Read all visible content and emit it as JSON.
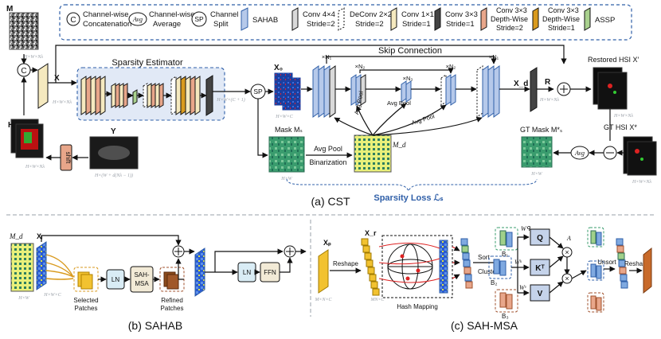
{
  "legend": {
    "concat_symbol": "C",
    "concat_label_1": "Channel-wise",
    "concat_label_2": "Concatenation",
    "avg_symbol": "Avg",
    "avg_label_1": "Channel-wise",
    "avg_label_2": "Average",
    "split_symbol": "SP",
    "split_label_1": "Channel",
    "split_label_2": "Split",
    "sahab_label": "SAHAB",
    "conv4_label_1": "Conv 4×4",
    "conv4_label_2": "Stride=2",
    "deconv_label_1": "DeConv 2×2",
    "deconv_label_2": "Stride=2",
    "conv1_label_1": "Conv 1×1",
    "conv1_label_2": "Stride=1",
    "conv3_label_1": "Conv 3×3",
    "conv3_label_2": "Stride=1",
    "dw2_label_1": "Conv 3×3",
    "dw2_label_2": "Depth-Wise",
    "dw2_label_3": "Stride=2",
    "dw1_label_1": "Conv 3×3",
    "dw1_label_2": "Depth-Wise",
    "dw1_label_3": "Stride=1",
    "assp_label": "ASSP"
  },
  "cst": {
    "m_label": "M",
    "m_dim": "H×W×Nλ",
    "x_label": "X",
    "x_dim": "H×W×Nλ",
    "h_label": "H",
    "h_dim": "H×W×Nλ",
    "y_label": "Y",
    "y_dim": "H×(W + d(Nλ − 1))",
    "shift_label": "shift",
    "sparsity_estimator": "Sparsity Estimator",
    "se_dim": "H×W×(C + 1)",
    "split_symbol": "SP",
    "x0_label": "X₀",
    "x0_dim": "H×W×C",
    "mask_label": "Mask Mₛ",
    "mask_dim": "H×W",
    "avg_pool": "Avg Pool",
    "binarization": "Binarization",
    "md_label": "M_d",
    "sparsity_loss": "Sparsity Loss ℒₛ",
    "skip_connection": "Skip Connection",
    "n1_a": "×N₁",
    "n2_a": "×N₂",
    "n3": "×N₃",
    "n2_b": "×N₂",
    "n1_b": "×N₁",
    "avg_pool_1": "Avg Pool",
    "avg_pool_2": "Avg Pool",
    "avg_pool_3": "Avg Pool",
    "xd_label": "X_d",
    "r_label": "R",
    "r_dim": "H×W×Nλ",
    "restored_label": "Restored HSI X′",
    "restored_dim": "H×W×Nλ",
    "gt_label": "GT HSI X*",
    "gt_dim": "H×W×Nλ",
    "gt_mask_label": "GT Mask M*ₛ",
    "gt_mask_dim": "H×W",
    "avg_symbol": "Avg",
    "concat_symbol": "C",
    "caption": "(a) CST"
  },
  "sahab": {
    "md_label": "M_d",
    "md_dim": "H×W",
    "xi_label": "Xᵢ",
    "xi_dim": "H×W×C",
    "selected_label_1": "Selected",
    "selected_label_2": "Patches",
    "ln_1": "LN",
    "sah_msa_1": "SAH-",
    "sah_msa_2": "MSA",
    "refined_label_1": "Refined",
    "refined_label_2": "Patches",
    "ln_2": "LN",
    "ffn": "FFN",
    "caption": "(b) SAHAB"
  },
  "sah_msa": {
    "xp_label": "Xₚ",
    "xp_dim": "M×N×C",
    "reshape_1": "Reshape",
    "xr_label": "X_r",
    "xr_dim": "MN×C",
    "hash_mapping": "Hash Mapping",
    "sort_label": "Sort",
    "cluster_label": "Cluster",
    "b1": "B₁",
    "b2": "B₂",
    "b3": "B₃",
    "wq": "Wᑫ",
    "wk": "Wᵏ",
    "wv": "Wᵛ",
    "q": "Q",
    "k": "Kᵀ",
    "v": "V",
    "a": "A",
    "unsort": "Unsort",
    "reshape_2": "Reshape",
    "caption": "(c) SAH-MSA"
  }
}
